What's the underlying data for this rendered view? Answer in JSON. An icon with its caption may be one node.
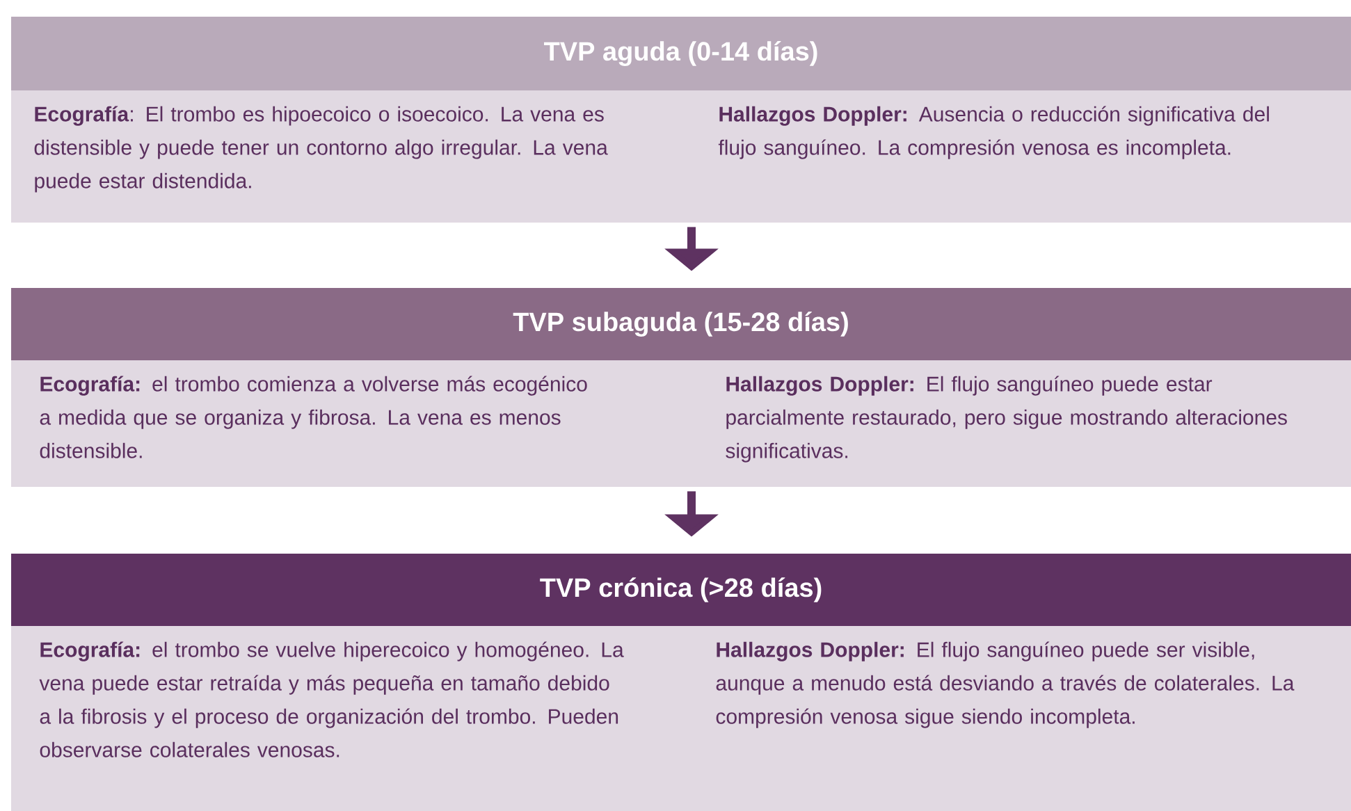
{
  "diagram": {
    "nodes": [
      {
        "text": [
          "TVP aguda (0-14 días)",
          "**Ecografía**: El trombo es hipoecoico o isoecoico. La vena es distensible y puede tener un contorno algo irregular. La vena puede estar distendida.",
          "**Hallazgos Doppler:** Ausencia o reducción significativa del flujo sanguíneo. La compresión venosa es incompleta."
        ]
      },
      {
        "text": [
          "TVP subaguda (15-28 días)",
          "**Ecografía:** el trombo comienza a volverse más ecogénico a medida que se organiza y fibrosa. La vena es menos distensible.",
          "**Hallazgos Doppler:** El flujo sanguíneo puede estar parcialmente restaurado, pero sigue mostrando alteraciones significativas."
        ]
      },
      {
        "text": [
          "TVP crónica (>28 días)",
          "**Ecografía:** el trombo se vuelve hiperecoico y homogéneo. La vena puede estar retraída y más pequeña en tamaño debido a la fibrosis y el proceso de organización del trombo. Pueden observarse colaterales venosas.",
          "**Hallazgos Doppler:** El flujo sanguíneo puede ser visible, aunque a menudo está desviando a través de colaterales. La compresión venosa sigue siendo incompleta."
        ]
      }
    ],
    "edges": [
      {
        "from": 0,
        "to": 1,
        "arrow": "to"
      },
      {
        "from": 1,
        "to": 2,
        "arrow": "to"
      }
    ]
  }
}
